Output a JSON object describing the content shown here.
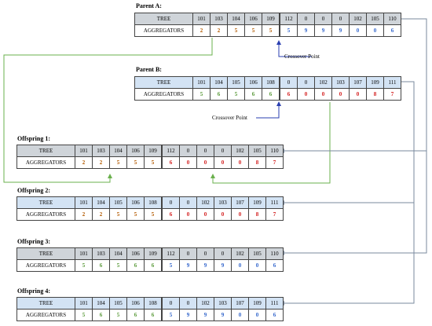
{
  "colors": {
    "grey_header": "#cfd4d9",
    "blue_header": "#d3e3f4",
    "orange": "#b35a00",
    "red": "#d42020",
    "green": "#5a9a3a",
    "blue": "#3366cc",
    "arrow_green": "#6ab04c",
    "arrow_blue": "#2a3fb0",
    "arrow_slate": "#7a8a9e"
  },
  "row_labels": {
    "tree": "TREE",
    "aggregators": "AGGREGATORS"
  },
  "annotations": {
    "crossover_a": "Crossover Point",
    "crossover_b": "Crossover Point"
  },
  "chromosomes": [
    {
      "title": "Parent A:",
      "tree": [
        "101",
        "103",
        "104",
        "106",
        "109",
        "112",
        "0",
        "0",
        "0",
        "102",
        "105",
        "110"
      ],
      "aggregators": [
        "2",
        "2",
        "5",
        "5",
        "5",
        "5",
        "9",
        "9",
        "9",
        "0",
        "0",
        "6"
      ],
      "colors": [
        "orange",
        "orange",
        "orange",
        "orange",
        "orange",
        "blue",
        "blue",
        "blue",
        "blue",
        "blue",
        "blue",
        "blue"
      ]
    },
    {
      "title": "Parent B:",
      "tree": [
        "101",
        "104",
        "105",
        "106",
        "108",
        "0",
        "0",
        "102",
        "103",
        "107",
        "109",
        "111"
      ],
      "aggregators": [
        "5",
        "6",
        "5",
        "6",
        "6",
        "6",
        "0",
        "0",
        "0",
        "0",
        "8",
        "7"
      ],
      "colors": [
        "green",
        "green",
        "green",
        "green",
        "green",
        "red",
        "red",
        "red",
        "red",
        "red",
        "red",
        "red"
      ]
    },
    {
      "title": "Offspring 1:",
      "tree": [
        "101",
        "103",
        "104",
        "106",
        "109",
        "112",
        "0",
        "0",
        "0",
        "102",
        "105",
        "110"
      ],
      "aggregators": [
        "2",
        "2",
        "5",
        "5",
        "5",
        "6",
        "0",
        "0",
        "0",
        "0",
        "8",
        "7"
      ],
      "colors": [
        "orange",
        "orange",
        "orange",
        "orange",
        "orange",
        "red",
        "red",
        "red",
        "red",
        "red",
        "red",
        "red"
      ]
    },
    {
      "title": "Offspring 2:",
      "tree": [
        "101",
        "104",
        "105",
        "106",
        "108",
        "0",
        "0",
        "102",
        "103",
        "107",
        "109",
        "111"
      ],
      "aggregators": [
        "2",
        "2",
        "5",
        "5",
        "5",
        "6",
        "0",
        "0",
        "0",
        "0",
        "8",
        "7"
      ],
      "colors": [
        "orange",
        "orange",
        "orange",
        "orange",
        "orange",
        "red",
        "red",
        "red",
        "red",
        "red",
        "red",
        "red"
      ]
    },
    {
      "title": "Offspring 3:",
      "tree": [
        "101",
        "103",
        "104",
        "106",
        "109",
        "112",
        "0",
        "0",
        "0",
        "102",
        "105",
        "110"
      ],
      "aggregators": [
        "5",
        "6",
        "5",
        "6",
        "6",
        "5",
        "9",
        "9",
        "9",
        "0",
        "0",
        "6"
      ],
      "colors": [
        "green",
        "green",
        "green",
        "green",
        "green",
        "blue",
        "blue",
        "blue",
        "blue",
        "blue",
        "blue",
        "blue"
      ]
    },
    {
      "title": "Offspring 4:",
      "tree": [
        "101",
        "104",
        "105",
        "106",
        "108",
        "0",
        "0",
        "102",
        "103",
        "107",
        "109",
        "111"
      ],
      "aggregators": [
        "5",
        "6",
        "5",
        "6",
        "6",
        "5",
        "9",
        "9",
        "9",
        "0",
        "0",
        "6"
      ],
      "colors": [
        "green",
        "green",
        "green",
        "green",
        "green",
        "blue",
        "blue",
        "blue",
        "blue",
        "blue",
        "blue",
        "blue"
      ]
    }
  ]
}
